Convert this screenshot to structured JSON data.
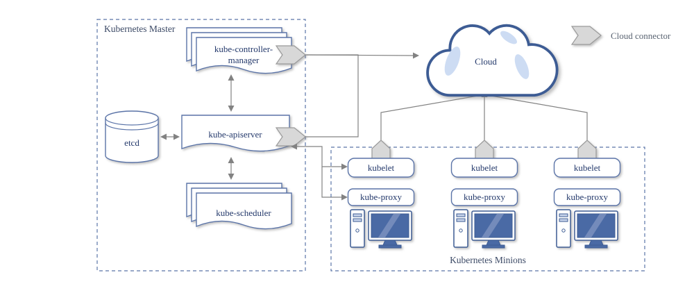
{
  "master": {
    "title": "Kubernetes Master",
    "controller_manager_line1": "kube-controller-",
    "controller_manager_line2": "manager",
    "etcd": "etcd",
    "apiserver": "kube-apiserver",
    "scheduler": "kube-scheduler"
  },
  "cloud": {
    "label": "Cloud"
  },
  "legend": {
    "cloud_connector": "Cloud connector"
  },
  "minions": {
    "title": "Kubernetes Minions",
    "nodes": [
      {
        "kubelet": "kubelet",
        "proxy": "kube-proxy"
      },
      {
        "kubelet": "kubelet",
        "proxy": "kube-proxy"
      },
      {
        "kubelet": "kubelet",
        "proxy": "kube-proxy"
      }
    ]
  },
  "colors": {
    "node_stroke": "#5b74a8",
    "node_text": "#24396b",
    "cloud_stroke": "#3d5c94",
    "cloud_accent": "#cddcf3",
    "connector_fill": "#d8d8d8",
    "arrow": "#828282",
    "dashed_border": "#5b74a8",
    "screen_fill": "#4a6aa5"
  }
}
